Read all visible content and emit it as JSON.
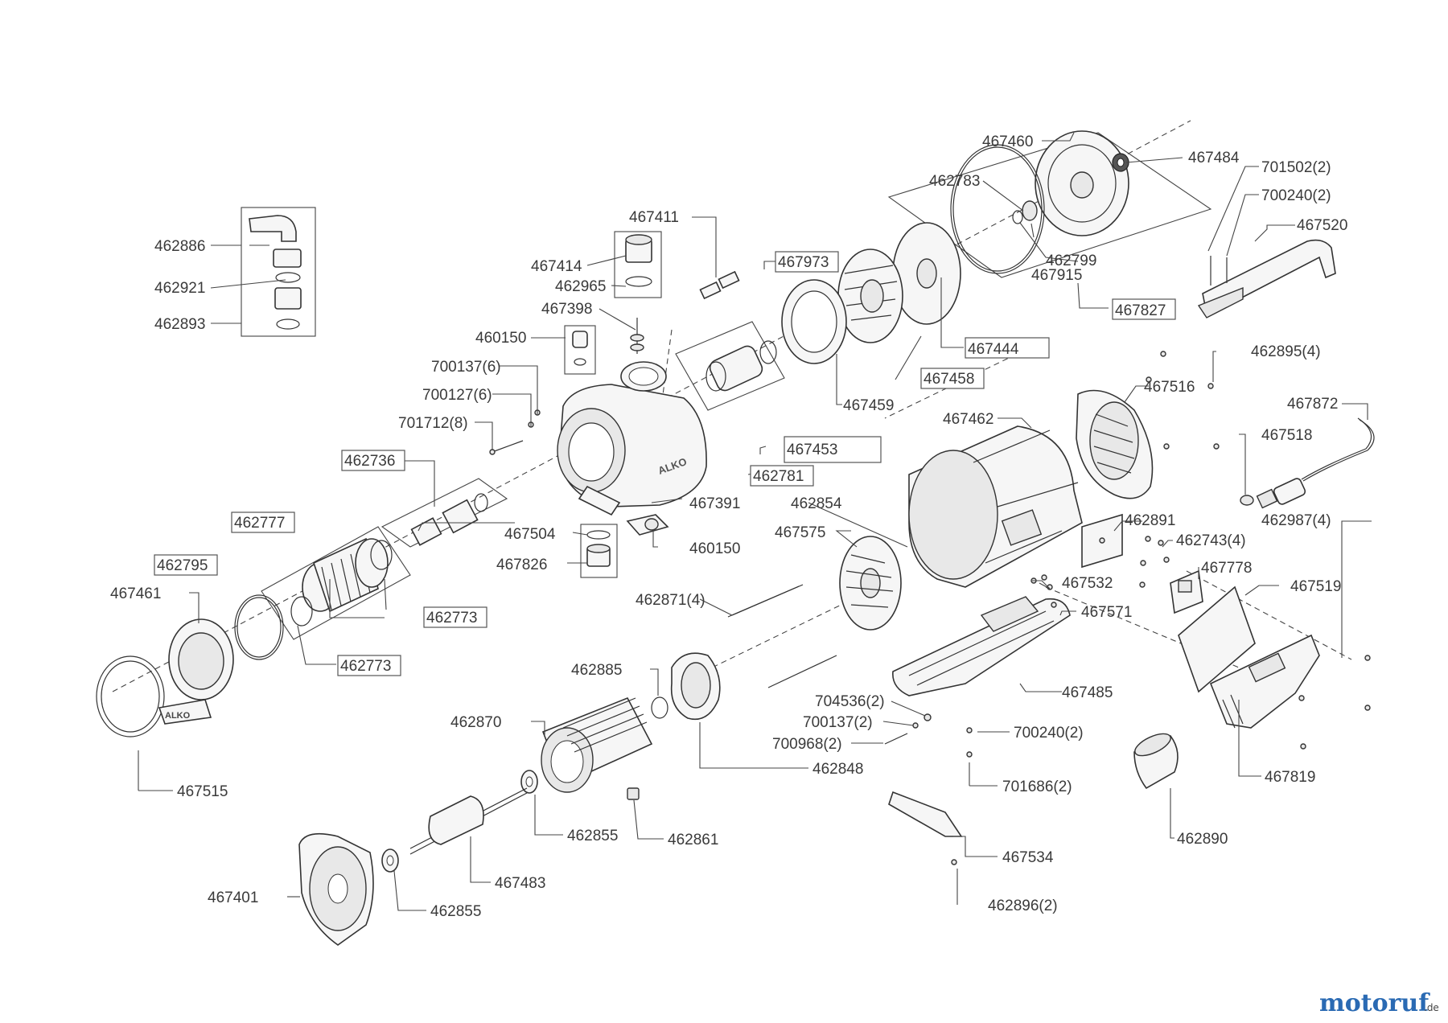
{
  "labels": {
    "l467460": "467460",
    "l467484": "467484",
    "l701502": "701502(2)",
    "l700240a": "700240(2)",
    "l467520": "467520",
    "l462783": "462783",
    "l462799": "462799",
    "l467915": "467915",
    "l467827": "467827",
    "l462886": "462886",
    "l462921": "462921",
    "l462893": "462893",
    "l467411": "467411",
    "l467414": "467414",
    "l462965": "462965",
    "l467398": "467398",
    "l467973": "467973",
    "l467444": "467444",
    "l460150a": "460150",
    "l700137a": "700137(6)",
    "l700127": "700127(6)",
    "l701712": "701712(8)",
    "l467458": "467458",
    "l467459": "467459",
    "l462895": "462895(4)",
    "l467516": "467516",
    "l467872": "467872",
    "l467453": "467453",
    "l467462": "467462",
    "l467518": "467518",
    "l462736": "462736",
    "l462781": "462781",
    "l467391": "467391",
    "l462854": "462854",
    "l462987": "462987(4)",
    "l462891": "462891",
    "l462777": "462777",
    "l467504": "467504",
    "l460150b": "460150",
    "l467575": "467575",
    "l462743": "462743(4)",
    "l467826": "467826",
    "l462795": "462795",
    "l467778": "467778",
    "l467532": "467532",
    "l467461": "467461",
    "l467519": "467519",
    "l462871": "462871(4)",
    "l467571": "467571",
    "l462773a": "462773",
    "l462773b": "462773",
    "l462885": "462885",
    "l467485": "467485",
    "l704536": "704536(2)",
    "l700137b": "700137(2)",
    "l462870": "462870",
    "l700240b": "700240(2)",
    "l700968": "700968(2)",
    "l462848": "462848",
    "l467819": "467819",
    "l701686": "701686(2)",
    "l467515": "467515",
    "l462855a": "462855",
    "l462890": "462890",
    "l462861": "462861",
    "l467534": "467534",
    "l467483": "467483",
    "l467401": "467401",
    "l462855b": "462855",
    "l462896": "462896(2)",
    "brand_text": "ALKO"
  },
  "watermark": {
    "name": "motoruf",
    "suffix": ".de"
  },
  "colors": {
    "line": "#444444",
    "text": "#3a3a3a",
    "part_fill": "#f6f6f6"
  }
}
